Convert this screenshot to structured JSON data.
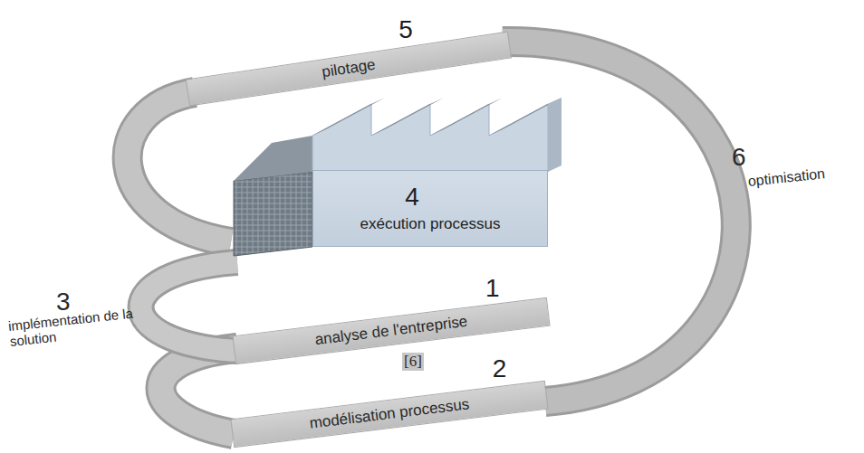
{
  "diagram": {
    "nodes": [
      {
        "text": [
          "5",
          "pilotage"
        ]
      },
      {
        "text": [
          "4",
          "exécution processus"
        ]
      },
      {
        "text": [
          "1",
          "analyse de l'entreprise"
        ]
      },
      {
        "text": [
          "2",
          "modélisation processus"
        ]
      }
    ],
    "edges": [],
    "labels": [
      "3",
      "implémentation de la solution",
      "6",
      "optimisation",
      "[6]"
    ]
  }
}
